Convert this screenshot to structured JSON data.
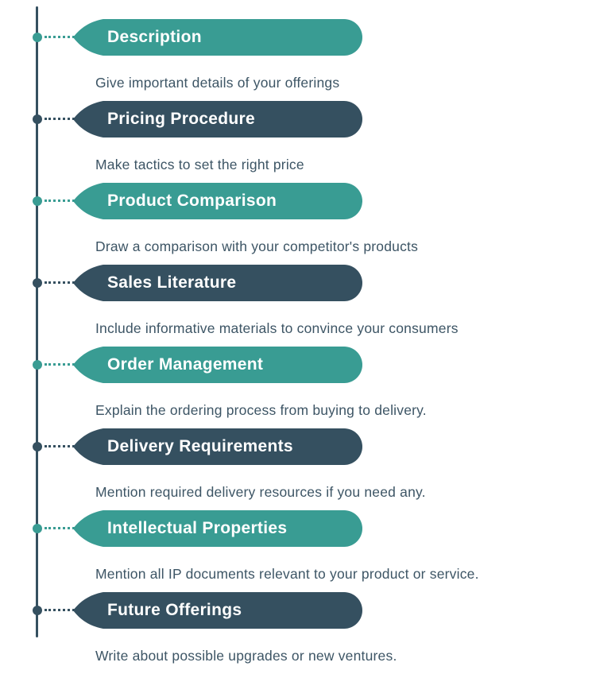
{
  "colors": {
    "teal": "#399C93",
    "dark": "#355060",
    "description_text": "#3D5565",
    "title_text": "#FFFFFF"
  },
  "timeline": {
    "items": [
      {
        "title": "Description",
        "desc": "Give important details of your offerings",
        "color": "teal"
      },
      {
        "title": "Pricing Procedure",
        "desc": "Make tactics to set the right price",
        "color": "dark"
      },
      {
        "title": "Product Comparison",
        "desc": "Draw a comparison with your competitor's products",
        "color": "teal"
      },
      {
        "title": "Sales Literature",
        "desc": "Include informative materials to convince your consumers",
        "color": "dark"
      },
      {
        "title": "Order Management",
        "desc": "Explain the ordering process from buying to delivery.",
        "color": "teal"
      },
      {
        "title": "Delivery Requirements",
        "desc": "Mention required delivery resources if you need any.",
        "color": "dark"
      },
      {
        "title": "Intellectual Properties",
        "desc": "Mention all IP documents relevant to your product or service.",
        "color": "teal"
      },
      {
        "title": "Future Offerings",
        "desc": "Write about possible upgrades or new ventures.",
        "color": "dark"
      }
    ]
  }
}
